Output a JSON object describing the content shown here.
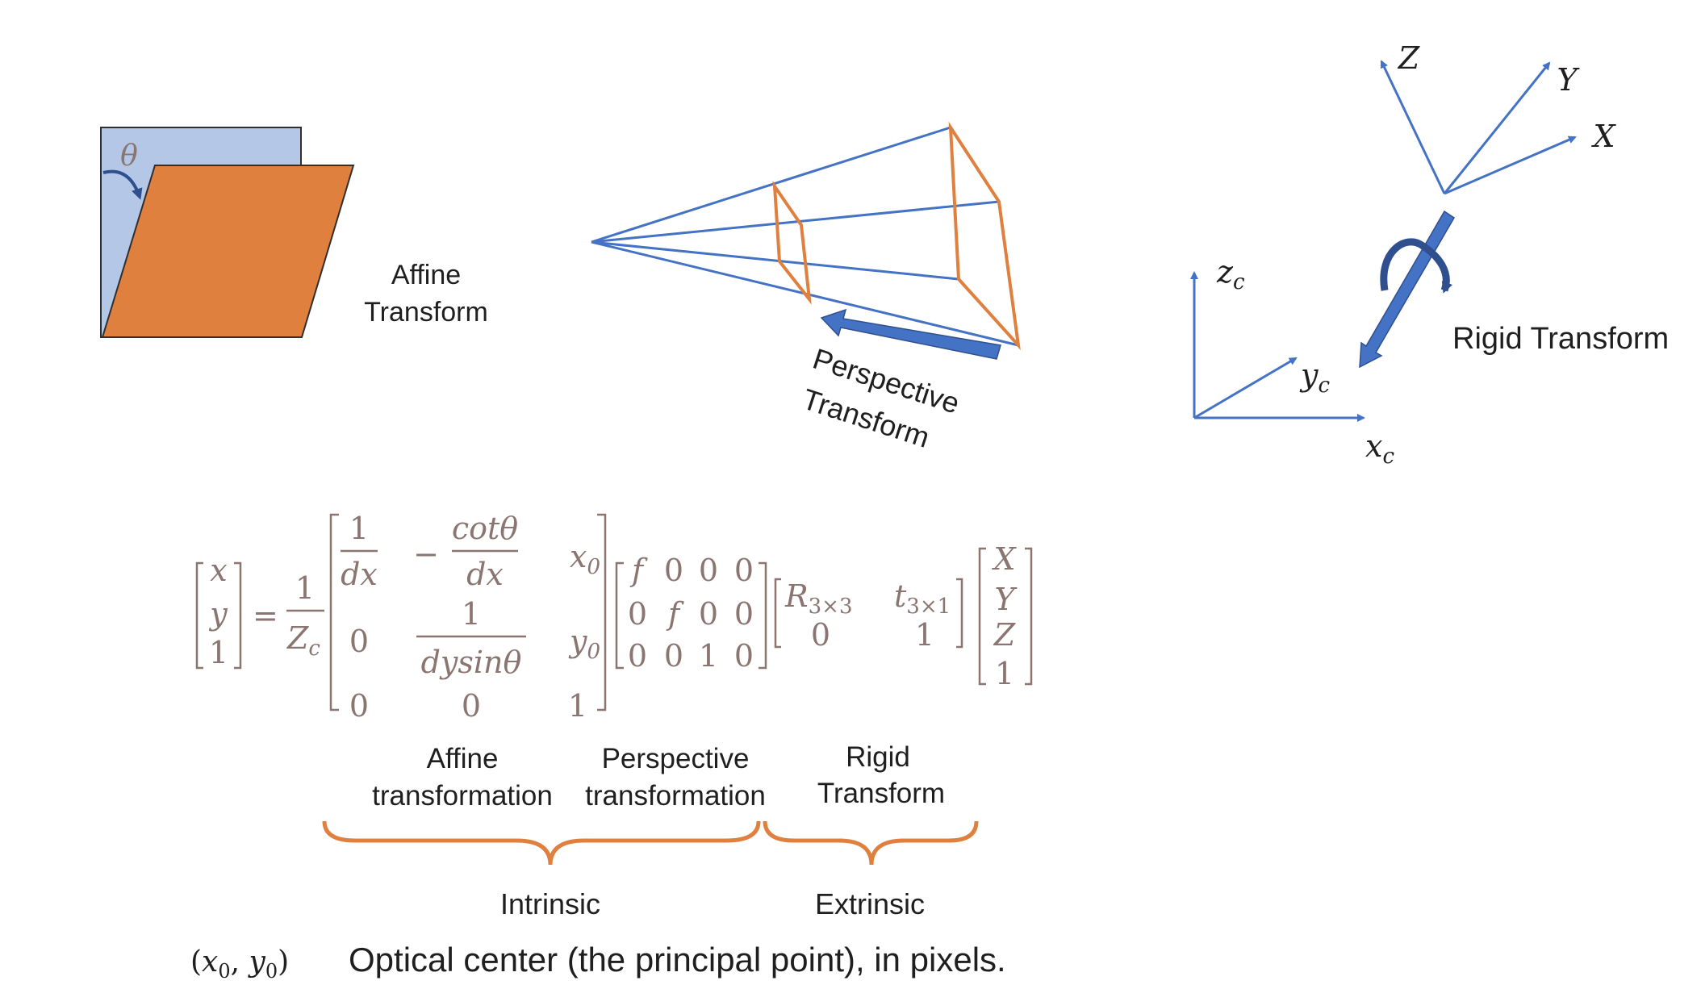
{
  "affine_panel": {
    "angle_symbol": "θ",
    "label_line1": "Affine",
    "label_line2": "Transform"
  },
  "perspective_panel": {
    "label_line1": "Perspective",
    "label_line2": "Transform"
  },
  "rigid_panel": {
    "world_axes": [
      "Z",
      "Y",
      "X"
    ],
    "camera_axes": {
      "z": "z",
      "y": "y",
      "x": "x",
      "subscript": "c"
    },
    "label": "Rigid Transform"
  },
  "equation": {
    "lhs": [
      "x",
      "y",
      "1"
    ],
    "scale_num": "1",
    "scale_den": "Z",
    "scale_den_sub": "c",
    "intrinsic_affine": {
      "r1": [
        "1",
        "dx",
        "−",
        "cotθ",
        "dx",
        "x",
        "0"
      ],
      "r2": [
        "0",
        "1",
        "dysinθ",
        "y",
        "0"
      ],
      "r3": [
        "0",
        "0",
        "1"
      ]
    },
    "perspective_matrix": [
      [
        "f",
        "0",
        "0",
        "0"
      ],
      [
        "0",
        "f",
        "0",
        "0"
      ],
      [
        "0",
        "0",
        "1",
        "0"
      ]
    ],
    "rigid_matrix": {
      "R": "R",
      "R_sub": "3×3",
      "t": "t",
      "t_sub": "3×1",
      "zero": "0",
      "one": "1"
    },
    "world_vector": [
      "X",
      "Y",
      "Z",
      "1"
    ]
  },
  "captions": {
    "affine": [
      "Affine",
      "transformation"
    ],
    "perspective": [
      "Perspective",
      "transformation"
    ],
    "rigid": [
      "Rigid",
      "Transform"
    ],
    "intrinsic": "Intrinsic",
    "extrinsic": "Extrinsic"
  },
  "footnote": {
    "symbol_open": "(",
    "x": "x",
    "sep": ", ",
    "y": "y",
    "sub": "0",
    "symbol_close": ")",
    "text": "Optical center (the principal point), in pixels."
  },
  "colors": {
    "blue": "#4472c4",
    "orange": "#e0803f",
    "light_blue": "#b4c7e7",
    "math": "#8a7570",
    "text": "#1f1f1f"
  }
}
